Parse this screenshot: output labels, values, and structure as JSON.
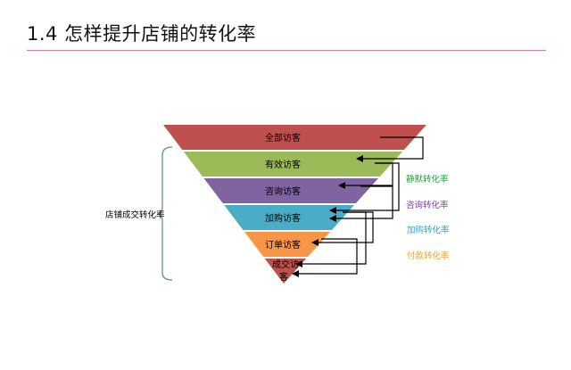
{
  "slide": {
    "title": "1.4 怎样提升店铺的转化率"
  },
  "funnel": {
    "levels": [
      {
        "label": "全部访客",
        "color": "#c0504d"
      },
      {
        "label": "有效访客",
        "color": "#9bbb59"
      },
      {
        "label": "咨询访客",
        "color": "#8064a2"
      },
      {
        "label": "加购访客",
        "color": "#4bacc6"
      },
      {
        "label": "订单访客",
        "color": "#f79646"
      },
      {
        "label": "成交访客",
        "color": "#c0504d"
      }
    ],
    "left_label": "店铺成交转化率",
    "right_labels": [
      {
        "label": "静默转化率",
        "color": "#2e9a44"
      },
      {
        "label": "咨询转化率",
        "color": "#7b3fa6"
      },
      {
        "label": "加购转化率",
        "color": "#2e9fc8"
      },
      {
        "label": "付款转化率",
        "color": "#f0a030"
      }
    ]
  }
}
